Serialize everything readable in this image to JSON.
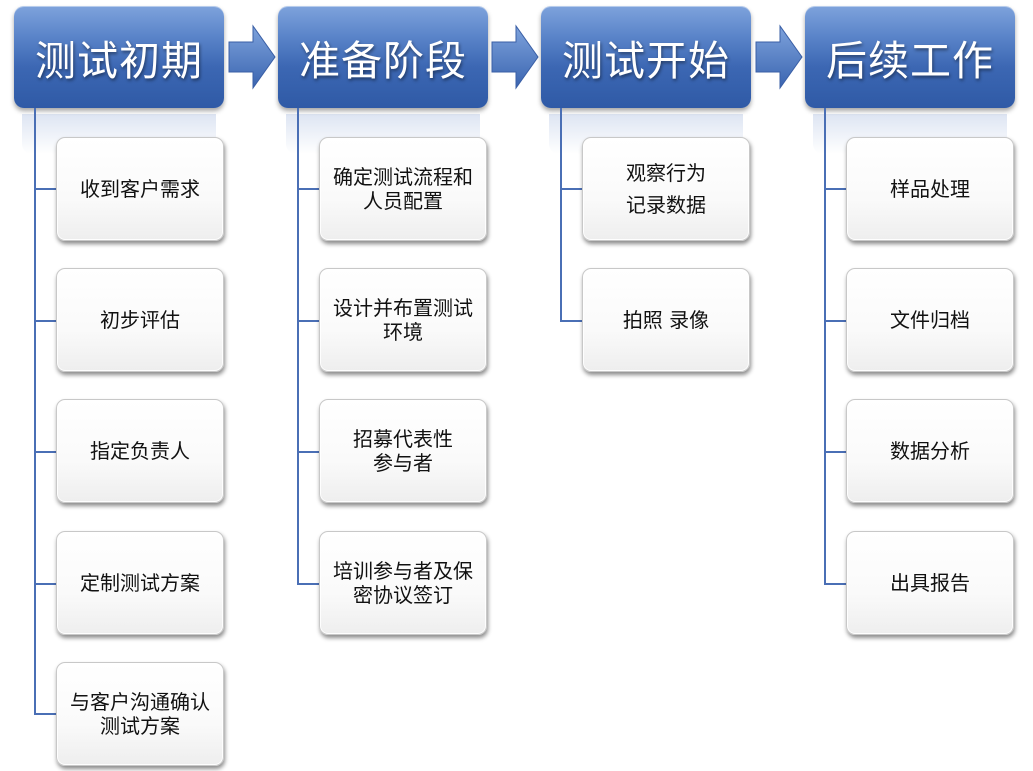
{
  "phases": [
    {
      "title": "测试初期",
      "steps": [
        "收到客户需求",
        "初步评估",
        "指定负责人",
        "定制测试方案",
        "与客户沟通确认\n测试方案"
      ]
    },
    {
      "title": "准备阶段",
      "steps": [
        "确定测试流程和\n人员配置",
        "设计并布置测试\n环境",
        "招募代表性\n参与者",
        "培训参与者及保\n密协议签订"
      ]
    },
    {
      "title": "测试开始",
      "steps": [
        "观察行为\n记录数据",
        "拍照 录像"
      ]
    },
    {
      "title": "后续工作",
      "steps": [
        "样品处理",
        "文件归档",
        "数据分析",
        "出具报告"
      ]
    }
  ],
  "colors": {
    "header_gradient_top": "#7ea3dc",
    "header_gradient_bottom": "#2f5aa6",
    "arrow": "#4a72bf",
    "connector": "#4a6fb5",
    "step_text": "#111111"
  },
  "icons": [
    "right-arrow-icon"
  ]
}
